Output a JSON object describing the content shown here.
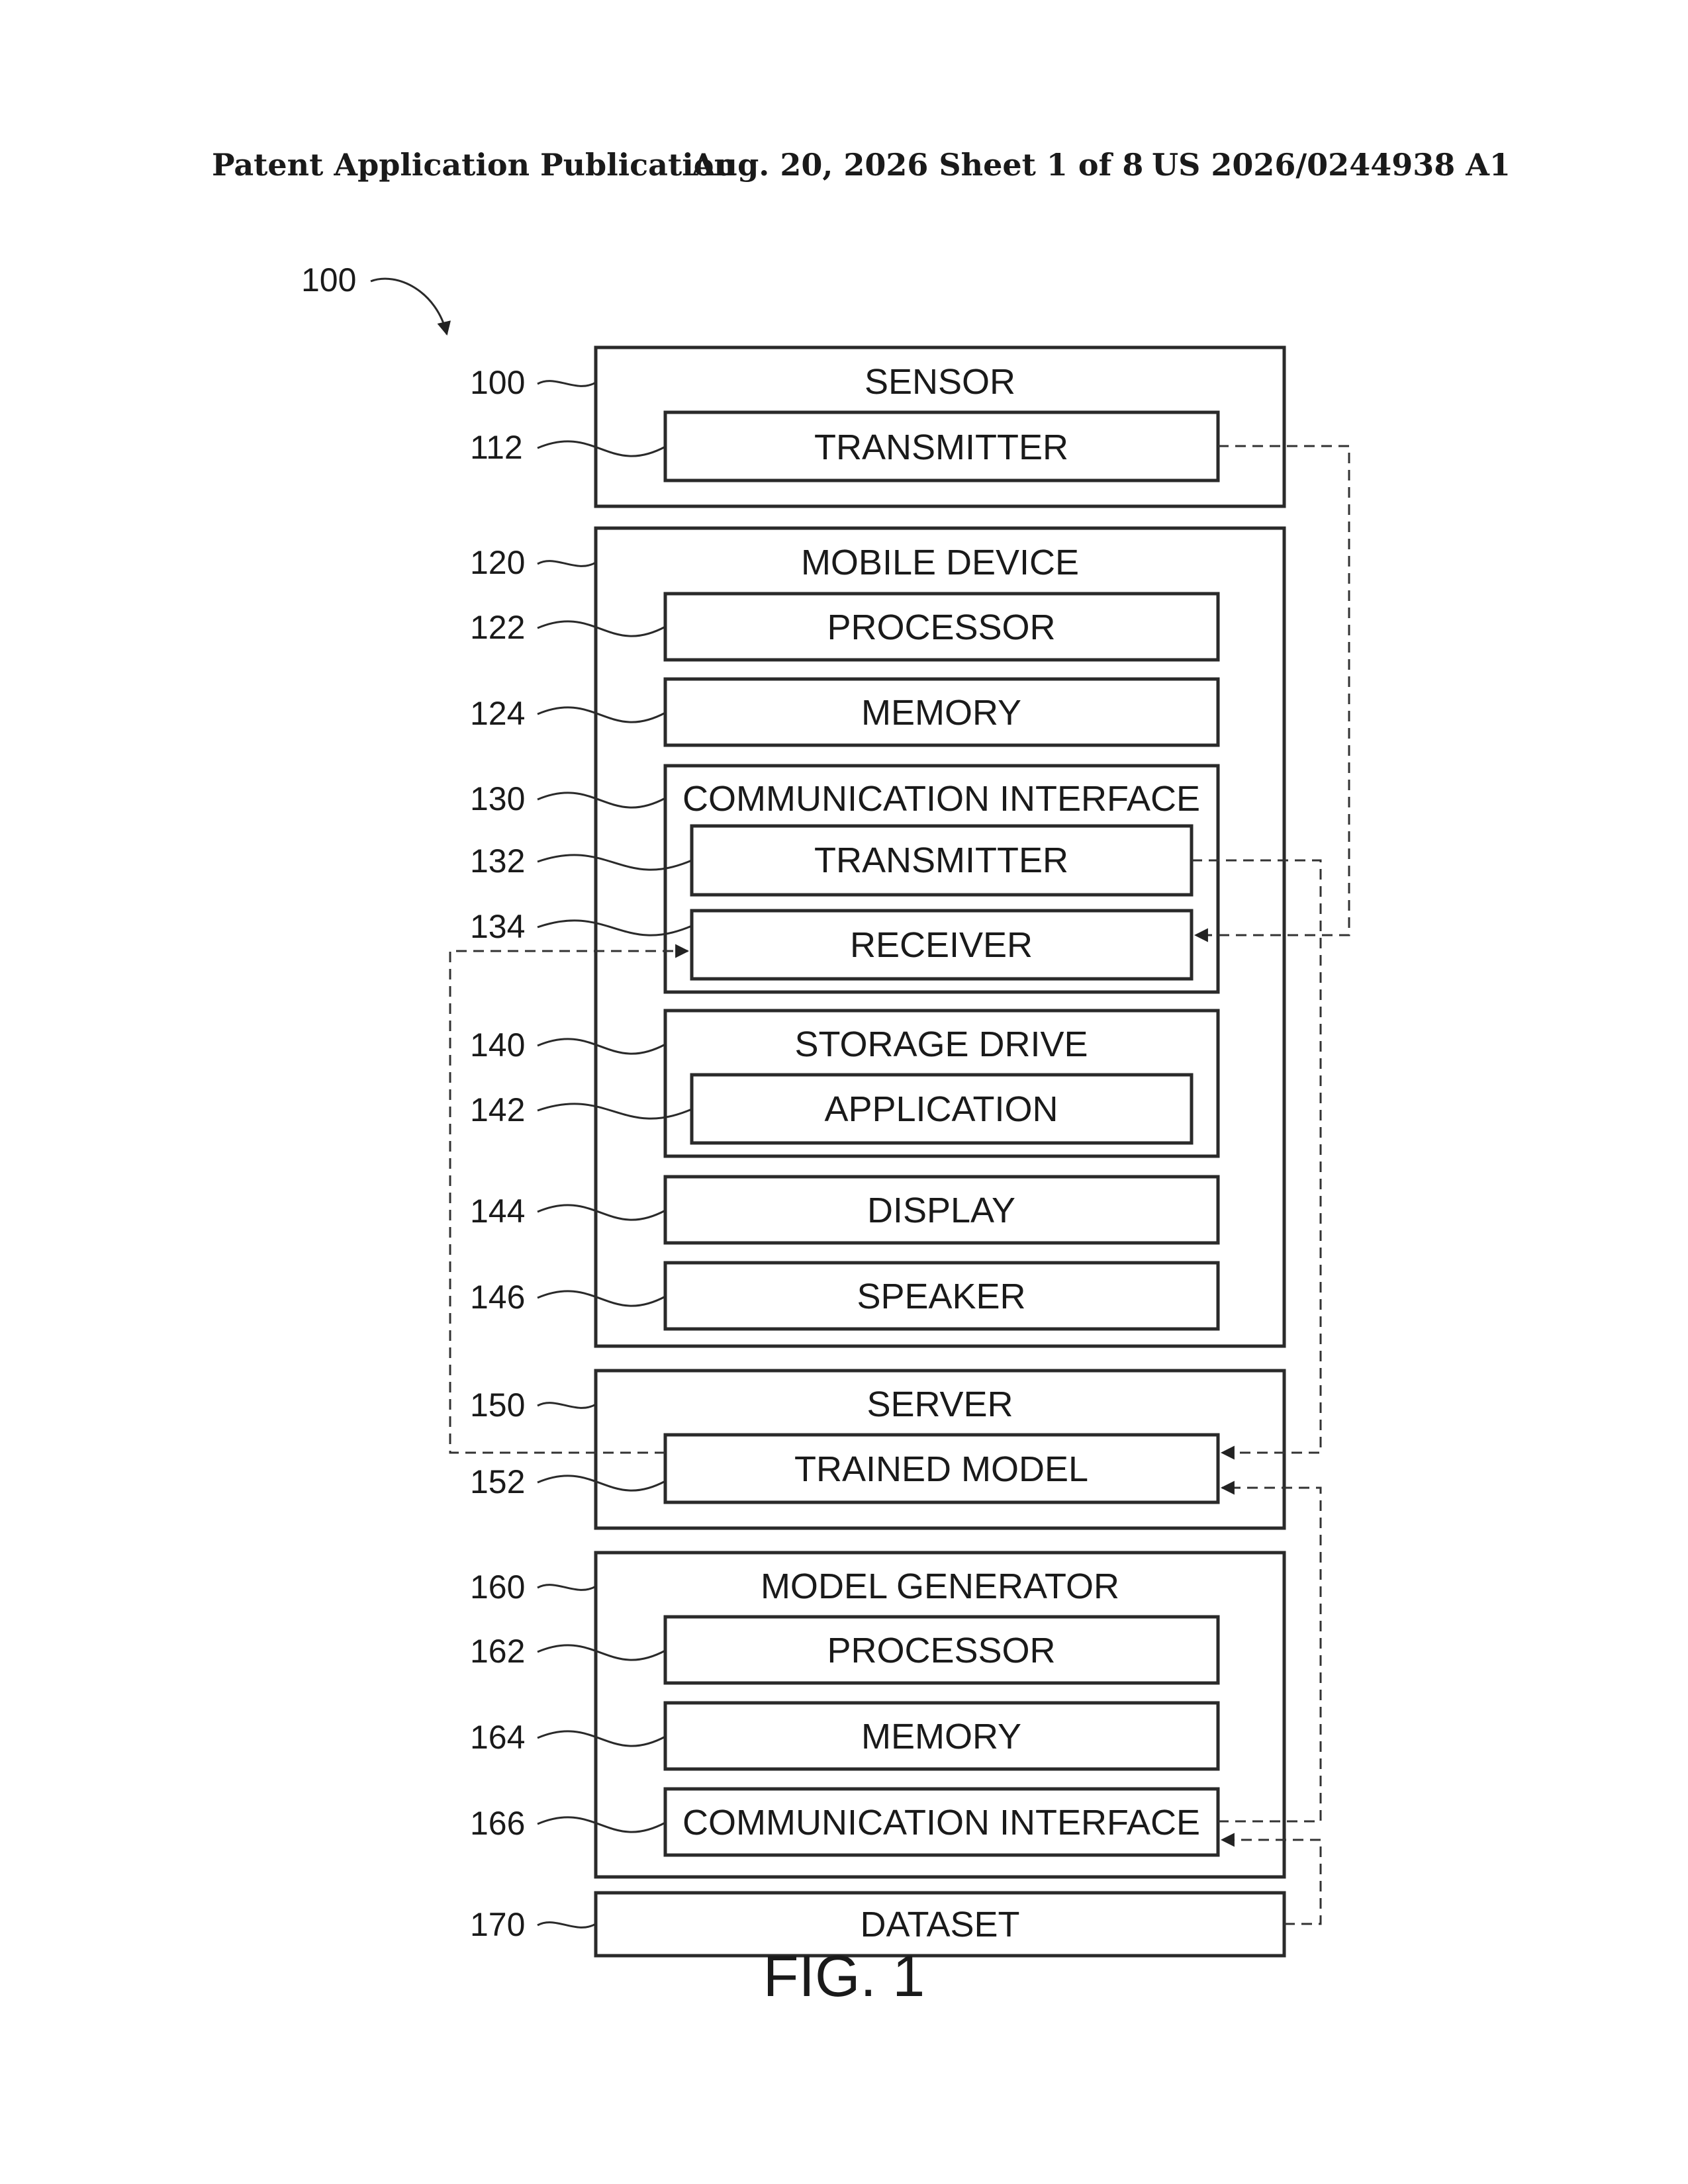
{
  "header": {
    "publication": "Patent Application Publication",
    "date_sheet": "Aug. 20, 2026  Sheet 1 of 8",
    "number": "US 2026/0244938 A1"
  },
  "figure": {
    "ref_main": "100",
    "caption": "FIG. 1"
  },
  "blocks": {
    "sensor": {
      "ref": "100",
      "label": "SENSOR"
    },
    "sensor_transmitter": {
      "ref": "112",
      "label": "TRANSMITTER"
    },
    "mobile": {
      "ref": "120",
      "label": "MOBILE DEVICE"
    },
    "mobile_processor": {
      "ref": "122",
      "label": "PROCESSOR"
    },
    "mobile_memory": {
      "ref": "124",
      "label": "MEMORY"
    },
    "comm": {
      "ref": "130",
      "label": "COMMUNICATION INTERFACE"
    },
    "comm_transmitter": {
      "ref": "132",
      "label": "TRANSMITTER"
    },
    "comm_receiver": {
      "ref": "134",
      "label": "RECEIVER"
    },
    "storage": {
      "ref": "140",
      "label": "STORAGE DRIVE"
    },
    "application": {
      "ref": "142",
      "label": "APPLICATION"
    },
    "display": {
      "ref": "144",
      "label": "DISPLAY"
    },
    "speaker": {
      "ref": "146",
      "label": "SPEAKER"
    },
    "server": {
      "ref": "150",
      "label": "SERVER"
    },
    "trained_model": {
      "ref": "152",
      "label": "TRAINED MODEL"
    },
    "generator": {
      "ref": "160",
      "label": "MODEL GENERATOR"
    },
    "gen_processor": {
      "ref": "162",
      "label": "PROCESSOR"
    },
    "gen_memory": {
      "ref": "164",
      "label": "MEMORY"
    },
    "gen_comm": {
      "ref": "166",
      "label": "COMMUNICATION INTERFACE"
    },
    "dataset": {
      "ref": "170",
      "label": "DATASET"
    }
  }
}
